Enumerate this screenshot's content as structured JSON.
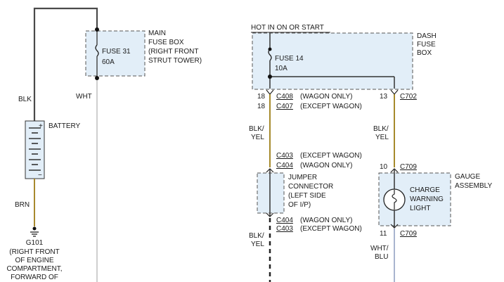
{
  "main_fuse_box": {
    "label_line1": "MAIN",
    "label_line2": "FUSE BOX",
    "label_line3": "(RIGHT FRONT",
    "label_line4": "STRUT TOWER)",
    "fuse_name": "FUSE 31",
    "fuse_rating": "60A"
  },
  "battery": {
    "label": "BATTERY",
    "plus": "+",
    "minus": "−"
  },
  "wires": {
    "blk": "BLK",
    "wht": "WHT",
    "brn": "BRN",
    "blk_yel_line1": "BLK/",
    "blk_yel_line2": "YEL",
    "wht_blu_line1": "WHT/",
    "wht_blu_line2": "BLU"
  },
  "ground": {
    "id": "G101",
    "desc_line1": "(RIGHT FRONT",
    "desc_line2": "OF ENGINE",
    "desc_line3": "COMPARTMENT,",
    "desc_line4": "FORWARD OF"
  },
  "hot_label": "HOT IN ON OR START",
  "dash_fuse_box": {
    "label_line1": "DASH",
    "label_line2": "FUSE",
    "label_line3": "BOX",
    "fuse_name": "FUSE 14",
    "fuse_rating": "10A"
  },
  "connectors": {
    "pin18": "18",
    "pin13": "13",
    "pin10": "10",
    "pin11": "11",
    "c408": "C408",
    "c407": "C407",
    "c702": "C702",
    "c403": "C403",
    "c404": "C404",
    "c709": "C709",
    "wagon_only": "(WAGON ONLY)",
    "except_wagon": "(EXCEPT WAGON)"
  },
  "jumper": {
    "line1": "JUMPER",
    "line2": "CONNECTOR",
    "line3": "(LEFT SIDE",
    "line4": "OF I/P)"
  },
  "gauge": {
    "line1": "GAUGE",
    "line2": "ASSEMBLY",
    "lamp_line1": "CHARGE",
    "lamp_line2": "WARNING",
    "lamp_line3": "LIGHT"
  },
  "colors": {
    "wire_black": "#4a4a4a",
    "wire_white": "#cfcfcf",
    "wire_brown": "#a8892e",
    "wire_blk_yel": "#a68a2c",
    "wire_wht_blu": "#a9b4cf",
    "box_fill": "#e2eef8",
    "box_border": "#555555"
  }
}
